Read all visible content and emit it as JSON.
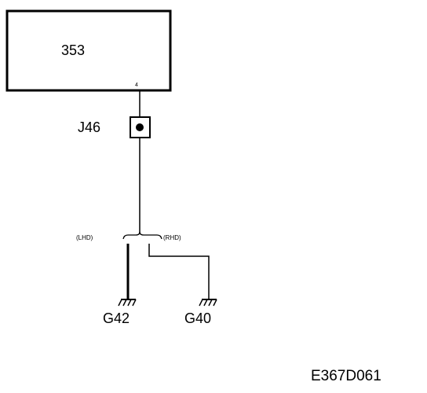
{
  "component": {
    "label": "353",
    "pin": "4"
  },
  "connector": {
    "label": "J46"
  },
  "split": {
    "left_label": "(LHD)",
    "right_label": "(RHD)"
  },
  "grounds": [
    {
      "label": "G42"
    },
    {
      "label": "G40"
    }
  ],
  "reference": "E367D061",
  "colors": {
    "ink": "#000000",
    "background": "#ffffff"
  },
  "icons": {
    "ground": "ground-symbol-icon",
    "splice": "splice-dot-icon"
  }
}
